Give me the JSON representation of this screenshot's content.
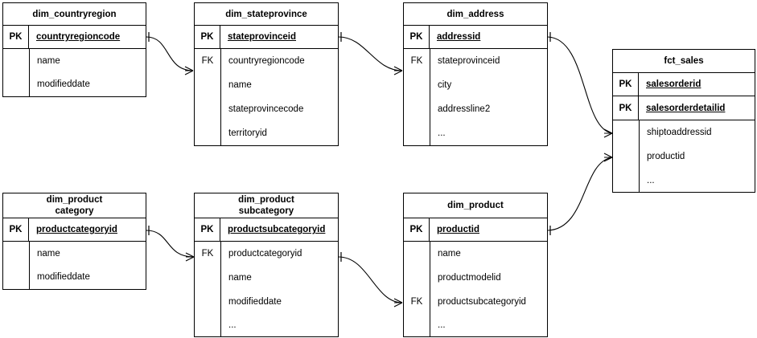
{
  "diagram": {
    "type": "entity-relationship-diagram",
    "background_color": "#ffffff",
    "line_color": "#000000",
    "text_color": "#000000"
  },
  "entities": {
    "dim_countryregion": {
      "title": "dim_countryregion",
      "title_line2": "",
      "pk_label": "PK",
      "pk_field": "countryregioncode",
      "attributes": [
        "name",
        "modifieddate"
      ],
      "fk_label": ""
    },
    "dim_stateprovince": {
      "title": "dim_stateprovince",
      "title_line2": "",
      "pk_label": "PK",
      "pk_field": "stateprovinceid",
      "fk_label": "FK",
      "attributes": [
        "countryregioncode",
        "name",
        "stateprovincecode",
        "territoryid"
      ]
    },
    "dim_address": {
      "title": "dim_address",
      "title_line2": "",
      "pk_label": "PK",
      "pk_field": "addressid",
      "fk_label": "FK",
      "attributes": [
        "stateprovinceid",
        "city",
        "addressline2",
        "..."
      ]
    },
    "fct_sales": {
      "title": "fct_sales",
      "title_line2": "",
      "pk_label_1": "PK",
      "pk_field_1": "salesorderid",
      "pk_label_2": "PK",
      "pk_field_2": "salesorderdetailid",
      "attributes": [
        "shiptoaddressid",
        "productid",
        "..."
      ]
    },
    "dim_productcategory": {
      "title": "dim_product",
      "title_line2": "category",
      "pk_label": "PK",
      "pk_field": "productcategoryid",
      "attributes": [
        "name",
        "modifieddate"
      ],
      "fk_label": ""
    },
    "dim_productsubcategory": {
      "title": "dim_product",
      "title_line2": "subcategory",
      "pk_label": "PK",
      "pk_field": "productsubcategoryid",
      "fk_label": "FK",
      "attributes": [
        "productcategoryid",
        "name",
        "modifieddate",
        "..."
      ]
    },
    "dim_product": {
      "title": "dim_product",
      "title_line2": "",
      "pk_label": "PK",
      "pk_field": "productid",
      "fk_label": "FK",
      "attributes": [
        "name",
        "productmodelid",
        "productsubcategoryid",
        "..."
      ]
    }
  },
  "relationships": [
    {
      "name": "countryregion-to-stateprovince",
      "from": "dim_countryregion.countryregioncode",
      "to": "dim_stateprovince.countryregioncode",
      "from_cardinality": "one",
      "to_cardinality": "many"
    },
    {
      "name": "stateprovince-to-address",
      "from": "dim_stateprovince.stateprovinceid",
      "to": "dim_address.stateprovinceid",
      "from_cardinality": "one",
      "to_cardinality": "many"
    },
    {
      "name": "address-to-fctsales",
      "from": "dim_address.addressid",
      "to": "fct_sales.shiptoaddressid",
      "from_cardinality": "one",
      "to_cardinality": "many"
    },
    {
      "name": "product-to-fctsales",
      "from": "dim_product.productid",
      "to": "fct_sales.productid",
      "from_cardinality": "one",
      "to_cardinality": "many"
    },
    {
      "name": "productcategory-to-productsubcategory",
      "from": "dim_productcategory.productcategoryid",
      "to": "dim_productsubcategory.productcategoryid",
      "from_cardinality": "one",
      "to_cardinality": "many"
    },
    {
      "name": "productsubcategory-to-product",
      "from": "dim_productsubcategory.productsubcategoryid",
      "to": "dim_product.productsubcategoryid",
      "from_cardinality": "one",
      "to_cardinality": "many"
    }
  ]
}
